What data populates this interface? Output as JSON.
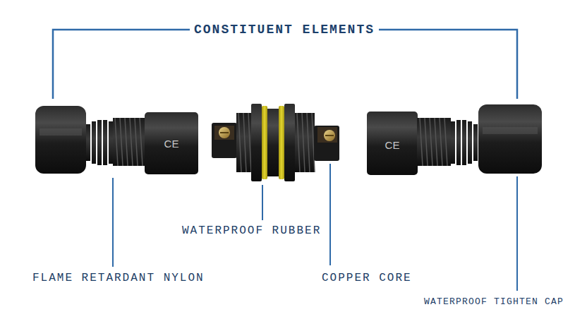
{
  "diagram": {
    "title": "CONSTITUENT ELEMENTS",
    "labels": [
      "CE",
      "CE",
      "WATERPROOF RUBBER",
      "FLAME RETARDANT NYLON",
      "COPPER CORE",
      "WATERPROOF TIGHTEN CAP"
    ]
  }
}
